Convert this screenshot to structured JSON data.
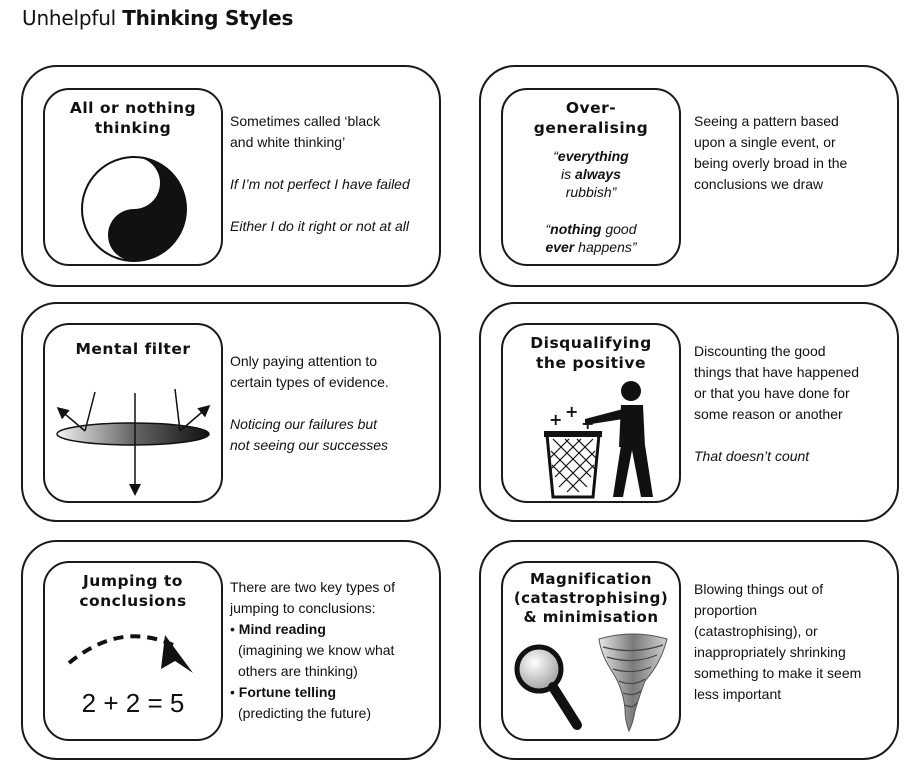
{
  "title": {
    "regular": "Unhelpful",
    "bold": "Thinking Styles"
  },
  "cards": {
    "all_or_nothing": {
      "title_line1": "All or nothing",
      "title_line2": "thinking",
      "desc_line1": "Sometimes called ‘black",
      "desc_line2": "and white thinking’",
      "example1": "If I’m not perfect I have failed",
      "example2": "Either I do it right or not at all",
      "icon": "yin-yang-icon"
    },
    "overgeneralising": {
      "title_line1": "Over-",
      "title_line2": "generalising",
      "quote1_open": "“",
      "quote1_bold1": "everything",
      "quote1_is": "is ",
      "quote1_bold2": "always",
      "quote1_end": "rubbish”",
      "quote2_open": "“",
      "quote2_bold1": "nothing",
      "quote2_good": " good",
      "quote2_bold2": "ever",
      "quote2_end": " happens”",
      "desc_line1": "Seeing a pattern based",
      "desc_line2": "upon a single event, or",
      "desc_line3": "being overly broad in the",
      "desc_line4": "conclusions we draw"
    },
    "mental_filter": {
      "title": "Mental filter",
      "desc_line1": "Only paying attention to",
      "desc_line2": "certain types of evidence.",
      "example_line1": "Noticing our failures but",
      "example_line2": "not seeing our successes",
      "icon": "filter-lens-icon"
    },
    "disqualifying": {
      "title_line1": "Disqualifying",
      "title_line2": "the positive",
      "desc_line1": "Discounting the good",
      "desc_line2": "things that have happened",
      "desc_line3": "or that you have done for",
      "desc_line4": "some reason or another",
      "example": "That doesn’t count",
      "icon": "person-trash-icon"
    },
    "jumping": {
      "title_line1": "Jumping to",
      "title_line2": "conclusions",
      "equation": "2 + 2 = 5",
      "desc_line1": "There are two key types of",
      "desc_line2": "jumping to conclusions:",
      "bullet1_title": "Mind reading",
      "bullet1_line1": "(imagining we know what",
      "bullet1_line2": "others are thinking)",
      "bullet2_title": "Fortune telling",
      "bullet2_line1": "(predicting the future)",
      "bullet_mark": "•",
      "icon": "dashed-arrow-icon"
    },
    "magnification": {
      "title_line1": "Magnification",
      "title_line2": "(catastrophising)",
      "title_line3": "& minimisation",
      "desc_line1": "Blowing things out of",
      "desc_line2": "proportion",
      "desc_line3": "(catastrophising), or",
      "desc_line4": "inappropriately shrinking",
      "desc_line5": "something to make it seem",
      "desc_line6": "less important",
      "icon1": "magnifying-glass-icon",
      "icon2": "tornado-icon"
    }
  }
}
